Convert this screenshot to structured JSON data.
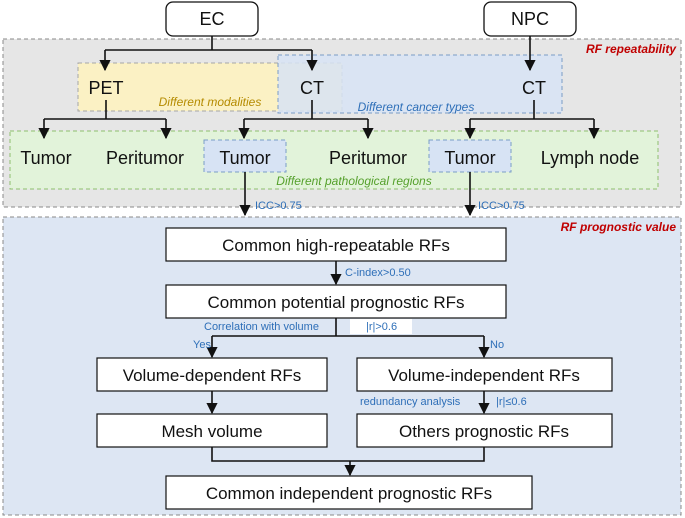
{
  "sources": {
    "ec": "EC",
    "npc": "NPC"
  },
  "panels": {
    "repeatability": "RF repeatability",
    "prognostic": "RF prognostic value"
  },
  "regions": {
    "modalities": "Different modalities",
    "cancer_types": "Different cancer types",
    "pathological": "Different pathological regions"
  },
  "modalities": {
    "pet": "PET",
    "ct_ec": "CT",
    "ct_npc": "CT"
  },
  "leaves": {
    "pet_tumor": "Tumor",
    "pet_peritumor": "Peritumor",
    "ct_tumor": "Tumor",
    "ct_peritumor": "Peritumor",
    "npc_tumor": "Tumor",
    "npc_lymph": "Lymph node"
  },
  "edge_labels": {
    "icc_left": "ICC>0.75",
    "icc_right": "ICC>0.75",
    "cindex": "C-index>0.50",
    "correlation": "Correlation with volume",
    "correlation_threshold": "|r|>0.6",
    "yes": "Yes",
    "no": "No",
    "redundancy": "redundancy analysis",
    "redundancy_threshold": "|r|≤0.6"
  },
  "nodes": {
    "common_high": "Common high-repeatable RFs",
    "common_potential": "Common potential prognostic RFs",
    "volume_dependent": "Volume-dependent RFs",
    "volume_independent": "Volume-independent RFs",
    "mesh_volume": "Mesh volume",
    "others_prognostic": "Others prognostic RFs",
    "common_independent": "Common independent prognostic RFs"
  },
  "colors": {
    "panel_grey": "#e6e6e6",
    "panel_blue": "#dde6f3",
    "modality_yellow": "#fbf1c4",
    "cancer_blue": "#d7e3f4",
    "pathology_green": "#e2f3da",
    "modality_text": "#b58b00",
    "cancer_text": "#2e6fb8",
    "pathology_text": "#55a02c",
    "accent_red": "#c00000"
  }
}
